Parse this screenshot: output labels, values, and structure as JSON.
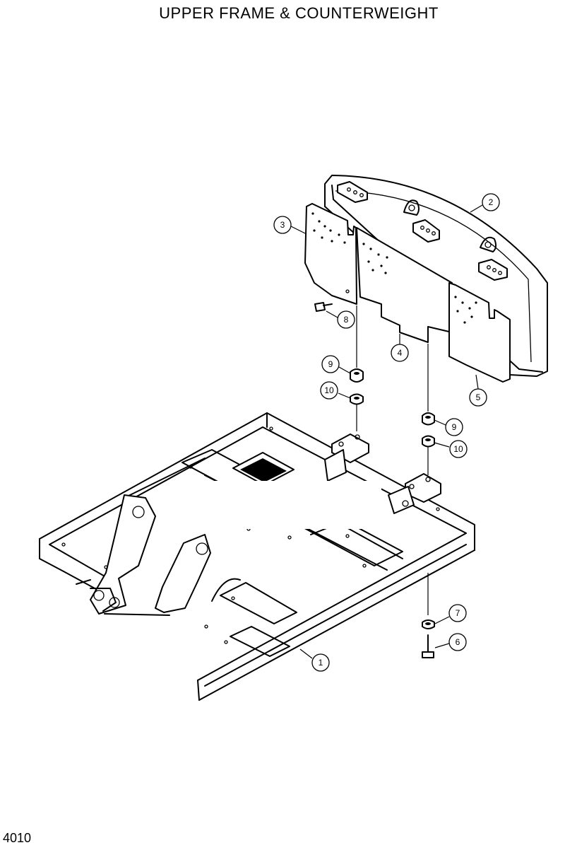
{
  "title": "UPPER FRAME & COUNTERWEIGHT",
  "page_number": "4010",
  "callouts": [
    {
      "id": "c1",
      "label": "1"
    },
    {
      "id": "c2",
      "label": "2"
    },
    {
      "id": "c3",
      "label": "3"
    },
    {
      "id": "c4",
      "label": "4"
    },
    {
      "id": "c5",
      "label": "5"
    },
    {
      "id": "c6",
      "label": "6"
    },
    {
      "id": "c7",
      "label": "7"
    },
    {
      "id": "c8",
      "label": "8"
    },
    {
      "id": "c9a",
      "label": "9"
    },
    {
      "id": "c9b",
      "label": "9"
    },
    {
      "id": "c10a",
      "label": "10"
    },
    {
      "id": "c10b",
      "label": "10"
    }
  ]
}
